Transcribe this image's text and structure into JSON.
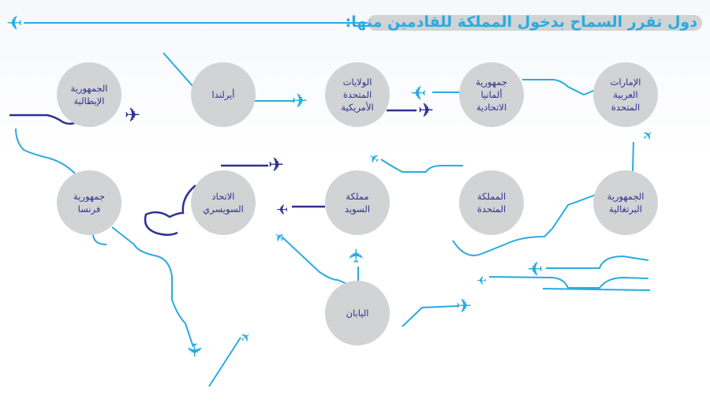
{
  "title": "دول تقرر السماح بدخول المملكة للقادمين منها:",
  "colors": {
    "accent_light": "#29abe2",
    "accent_dark": "#2e3192",
    "circle": "#d1d3d4"
  },
  "countries": [
    {
      "id": "italy",
      "label": "الجمهورية الإيطالية"
    },
    {
      "id": "ireland",
      "label": "أيرلندا"
    },
    {
      "id": "usa",
      "label": "الولايات المتحدة الأمريكية"
    },
    {
      "id": "germany",
      "label": "جمهورية ألمانيا الاتحادية"
    },
    {
      "id": "uae",
      "label": "الإمارات العربية المتحدة"
    },
    {
      "id": "france",
      "label": "جمهورية فرنسا"
    },
    {
      "id": "switzerland",
      "label": "الاتحاد السويسري"
    },
    {
      "id": "sweden",
      "label": "مملكة السويد"
    },
    {
      "id": "uk",
      "label": "المملكة المتحدة"
    },
    {
      "id": "portugal",
      "label": "الجمهورية البرتغالية"
    },
    {
      "id": "japan",
      "label": "اليابان"
    }
  ]
}
